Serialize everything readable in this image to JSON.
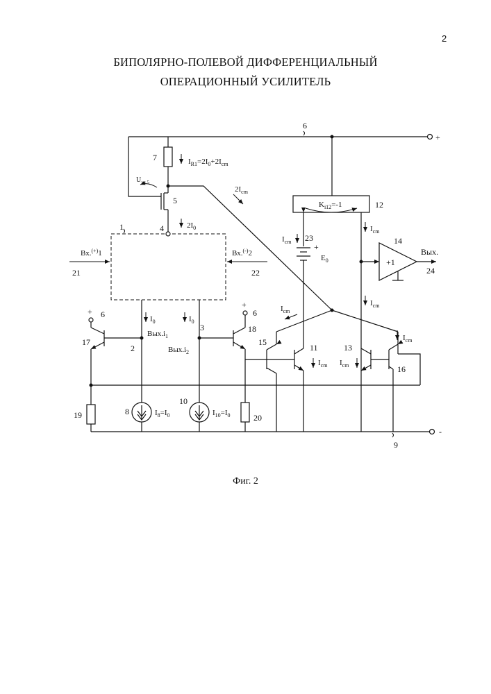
{
  "page": {
    "number": "2"
  },
  "title": {
    "line1": "БИПОЛЯРНО-ПОЛЕВОЙ ДИФФЕРЕНЦИАЛЬНЫЙ",
    "line2": "ОПЕРАЦИОННЫЙ УСИЛИТЕЛЬ"
  },
  "figure": {
    "caption": "Фиг. 2",
    "rail_plus": "+",
    "rail_minus": "-",
    "labels": {
      "n1": "1",
      "n2": "2",
      "n3": "3",
      "n4": "4",
      "n5": "5",
      "n6_top": "6",
      "n6_left": "6",
      "n6_right": "6",
      "n7": "7",
      "n8": "8",
      "n9": "9",
      "n10": "10",
      "n11": "11",
      "n12": "12",
      "n13": "13",
      "n14": "14",
      "n15": "15",
      "n16": "16",
      "n17": "17",
      "n18": "18",
      "n19": "19",
      "n20": "20",
      "n21": "21",
      "n22": "22",
      "n23": "23",
      "n24": "24",
      "plus_left": "+",
      "plus_right": "+",
      "plus_e0": "+",
      "ir1": "I",
      "ir1_sub": "R1",
      "ir1_rest": "=2I",
      "ir1_sub0": "0",
      "ir1_rest2": "+2I",
      "ir1_subcm": "cm",
      "uzi": "U",
      "uzi_sub": "зи.5",
      "two_icm": "2I",
      "two_icm_sub": "cm",
      "two_i0": "2I",
      "two_i0_sub": "0",
      "ki12": "K",
      "ki12_sub": "i12",
      "ki12_rest": "=-1",
      "icm": "I",
      "icm_sub": "cm",
      "e0": "E",
      "e0_sub": "0",
      "i0": "I",
      "i0_sub": "0",
      "in_plus": "Вх.",
      "in_plus_sup": "(+)",
      "in_plus_n": "1",
      "in_minus": "Вх.",
      "in_minus_sup": "(-)",
      "in_minus_n": "2",
      "out1": "Вых.i",
      "out1_sub": "1",
      "out2": "Вых.i",
      "out2_sub": "2",
      "out": "Вых.",
      "buffer": "+1",
      "i8": "I",
      "i8_sub": "8",
      "i8_rest": "=I",
      "i8_sub0": "0",
      "i10": "I",
      "i10_sub": "10",
      "i10_rest": "=I",
      "i10_sub0": "0"
    }
  }
}
